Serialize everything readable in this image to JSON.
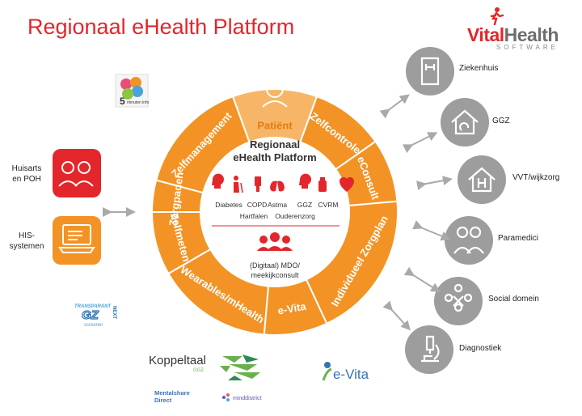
{
  "title": "Regionaal eHealth Platform",
  "vitalhealth": {
    "brand_red": "Vital",
    "brand_grey": "Health",
    "sub": "SOFTWARE"
  },
  "ring": {
    "segments": [
      "Zelfmanagement",
      "Patiënt",
      "Zelfcontrole",
      "eConsult",
      "Individueel Zorgplan",
      "e-Vita",
      "Wearables/mHealth",
      "Zelfmeten",
      "Zorgpaden"
    ]
  },
  "center": {
    "title_line1": "Regionaal",
    "title_line2": "eHealth Platform",
    "conditions_row1": [
      "Diabetes",
      "COPD",
      "Astma",
      "GGZ",
      "CVRM"
    ],
    "conditions_row2": [
      "Hartfalen",
      "Ouderenzorg"
    ],
    "mdo_line1": "(Digitaal) MDO/",
    "mdo_line2": "meekijkconsult"
  },
  "left": {
    "huisarts_line1": "Huisarts",
    "huisarts_line2": "en POH",
    "his_line1": "HIS-",
    "his_line2": "systemen"
  },
  "right": [
    "Ziekenhuis",
    "GGZ",
    "VVT/wijkzorg",
    "Paramedici",
    "Social domein",
    "Diagnostiek"
  ],
  "logos": {
    "five_minutes_num": "5",
    "five_minutes_text": "minuten info",
    "transparant": "TRANSPARANT",
    "gz": "GZ",
    "next": "NEXT",
    "screener": "screener",
    "koppeltaal": "Koppeltaal",
    "koppeltaal_sub": "GGZ",
    "evita": "e-Vita",
    "mentalshare_line1": "Mentalshare",
    "mentalshare_line2": "Direct",
    "minddistrict": "minddistrict"
  },
  "colors": {
    "orange": "#f39325",
    "orange_light": "#f7b667",
    "orange_dark": "#e07b12",
    "red": "#e3262b",
    "grey_circle": "#9d9d9d",
    "arrow": "#a9a9a9"
  }
}
